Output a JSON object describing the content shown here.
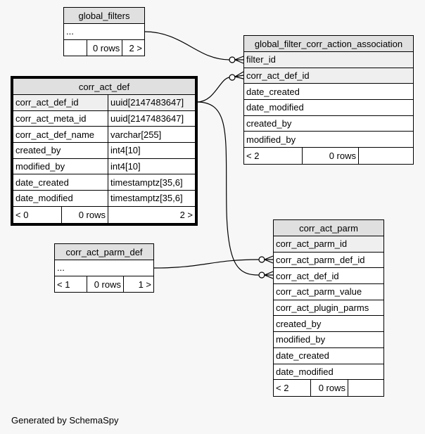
{
  "tables": [
    {
      "id": "global_filters",
      "title": "global_filters",
      "rows": [
        {
          "cells": [
            "..."
          ]
        }
      ],
      "footer": [
        "",
        "0 rows",
        "2 >"
      ]
    },
    {
      "id": "corr_act_def",
      "title": "corr_act_def",
      "focus": true,
      "rows": [
        {
          "cells": [
            "corr_act_def_id",
            "uuid[2147483647]"
          ],
          "key": true
        },
        {
          "cells": [
            "corr_act_meta_id",
            "uuid[2147483647]"
          ]
        },
        {
          "cells": [
            "corr_act_def_name",
            "varchar[255]"
          ]
        },
        {
          "cells": [
            "created_by",
            "int4[10]"
          ]
        },
        {
          "cells": [
            "modified_by",
            "int4[10]"
          ]
        },
        {
          "cells": [
            "date_created",
            "timestamptz[35,6]"
          ]
        },
        {
          "cells": [
            "date_modified",
            "timestamptz[35,6]"
          ]
        }
      ],
      "footer": [
        "< 0",
        "0 rows",
        "2 >"
      ]
    },
    {
      "id": "global_filter_corr_action_association",
      "title": "global_filter_corr_action_association",
      "rows": [
        {
          "cells": [
            "filter_id"
          ],
          "key": true
        },
        {
          "cells": [
            "corr_act_def_id"
          ],
          "key": true
        },
        {
          "cells": [
            "date_created"
          ]
        },
        {
          "cells": [
            "date_modified"
          ]
        },
        {
          "cells": [
            "created_by"
          ]
        },
        {
          "cells": [
            "modified_by"
          ]
        }
      ],
      "footer": [
        "< 2",
        "0 rows",
        ""
      ]
    },
    {
      "id": "corr_act_parm_def",
      "title": "corr_act_parm_def",
      "rows": [
        {
          "cells": [
            "..."
          ]
        }
      ],
      "footer": [
        "< 1",
        "0 rows",
        "1 >"
      ]
    },
    {
      "id": "corr_act_parm",
      "title": "corr_act_parm",
      "rows": [
        {
          "cells": [
            "corr_act_parm_id"
          ],
          "key": true
        },
        {
          "cells": [
            "corr_act_parm_def_id"
          ]
        },
        {
          "cells": [
            "corr_act_def_id"
          ]
        },
        {
          "cells": [
            "corr_act_parm_value"
          ]
        },
        {
          "cells": [
            "corr_act_plugin_parms"
          ]
        },
        {
          "cells": [
            "created_by"
          ]
        },
        {
          "cells": [
            "modified_by"
          ]
        },
        {
          "cells": [
            "date_created"
          ]
        },
        {
          "cells": [
            "date_modified"
          ]
        }
      ],
      "footer": [
        "< 2",
        "0 rows",
        ""
      ]
    }
  ],
  "credit": "Generated by SchemaSpy"
}
